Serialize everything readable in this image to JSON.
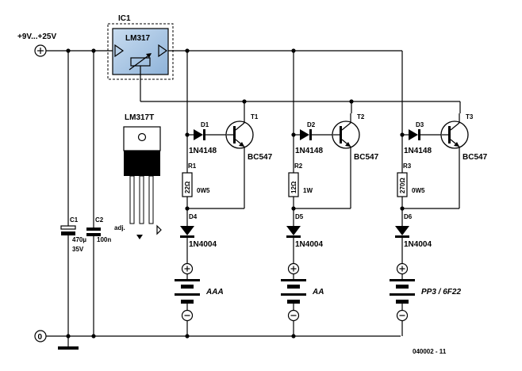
{
  "supply": {
    "label": "+9V...+25V",
    "ground_label": "0"
  },
  "ic1": {
    "ref": "IC1",
    "part": "LM317"
  },
  "package": {
    "title": "LM317T",
    "adj_label": "adj."
  },
  "capacitors": [
    {
      "ref": "C1",
      "value_1": "470µ",
      "value_2": "35V"
    },
    {
      "ref": "C2",
      "value_1": "100n"
    }
  ],
  "channels": [
    {
      "diode_ref": "D1",
      "diode_part": "1N4148",
      "transistor_ref": "T1",
      "transistor_part": "BC547",
      "resistor_ref": "R1",
      "resistor_value": "22Ω",
      "resistor_power": "0W5",
      "rect_ref": "D4",
      "rect_part": "1N4004",
      "battery": "AAA"
    },
    {
      "diode_ref": "D2",
      "diode_part": "1N4148",
      "transistor_ref": "T2",
      "transistor_part": "BC547",
      "resistor_ref": "R2",
      "resistor_value": "12Ω",
      "resistor_power": "1W",
      "rect_ref": "D5",
      "rect_part": "1N4004",
      "battery": "AA"
    },
    {
      "diode_ref": "D3",
      "diode_part": "1N4148",
      "transistor_ref": "T3",
      "transistor_part": "BC547",
      "resistor_ref": "R3",
      "resistor_value": "270Ω",
      "resistor_power": "0W5",
      "rect_ref": "D6",
      "rect_part": "1N4004",
      "battery": "PP3 / 6F22"
    }
  ],
  "footer": {
    "code": "040002 - 11"
  },
  "colors": {
    "ic_fill": "#a9c8e8",
    "line": "#000000"
  }
}
